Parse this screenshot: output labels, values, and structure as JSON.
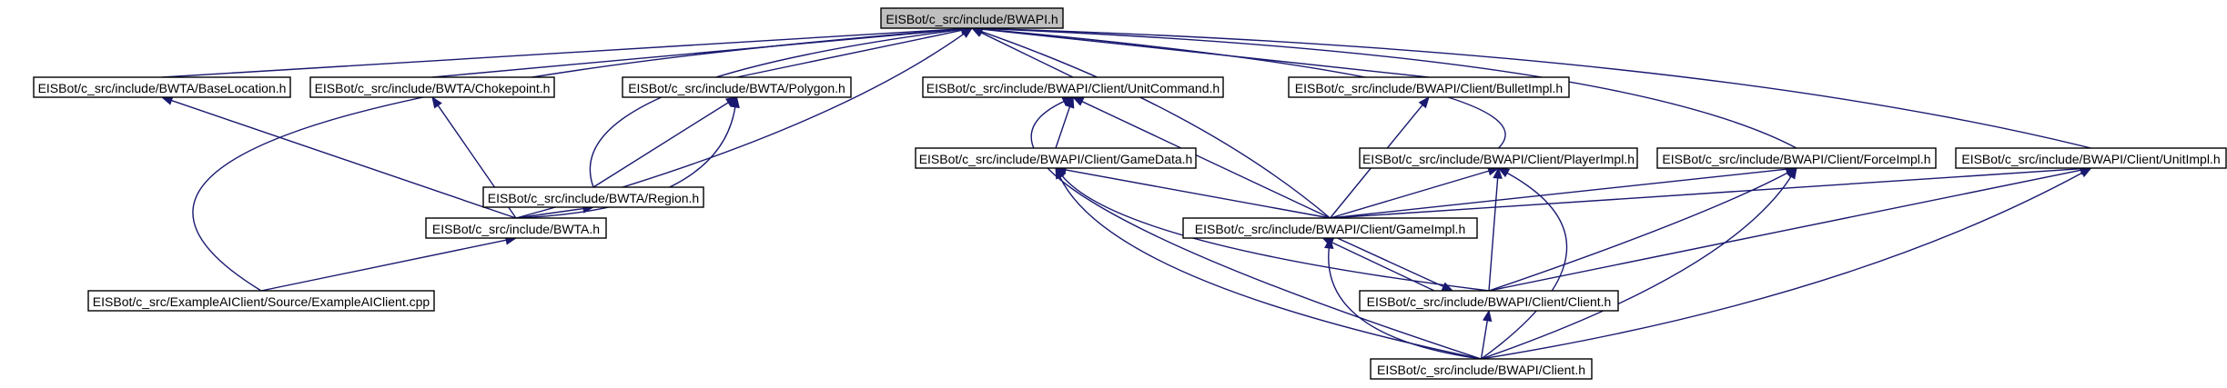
{
  "diagram": {
    "type": "include-dependency-graph",
    "colors": {
      "edge": "#191970",
      "root_fill": "#bfbfbf",
      "node_fill": "#ffffff",
      "border": "#000000"
    },
    "nodes": [
      {
        "id": "bwapi_h",
        "label": "EISBot/c_src/include/BWAPI.h",
        "root": true
      },
      {
        "id": "bwta_baselocation",
        "label": "EISBot/c_src/include/BWTA/BaseLocation.h"
      },
      {
        "id": "bwta_chokepoint",
        "label": "EISBot/c_src/include/BWTA/Chokepoint.h"
      },
      {
        "id": "bwta_polygon",
        "label": "EISBot/c_src/include/BWTA/Polygon.h"
      },
      {
        "id": "client_unitcommand",
        "label": "EISBot/c_src/include/BWAPI/Client/UnitCommand.h"
      },
      {
        "id": "client_bulletimpl",
        "label": "EISBot/c_src/include/BWAPI/Client/BulletImpl.h"
      },
      {
        "id": "bwta_region",
        "label": "EISBot/c_src/include/BWTA/Region.h"
      },
      {
        "id": "client_gamedata",
        "label": "EISBot/c_src/include/BWAPI/Client/GameData.h"
      },
      {
        "id": "client_playerimpl",
        "label": "EISBot/c_src/include/BWAPI/Client/PlayerImpl.h"
      },
      {
        "id": "client_forceimpl",
        "label": "EISBot/c_src/include/BWAPI/Client/ForceImpl.h"
      },
      {
        "id": "client_unitimpl",
        "label": "EISBot/c_src/include/BWAPI/Client/UnitImpl.h"
      },
      {
        "id": "bwta_h",
        "label": "EISBot/c_src/include/BWTA.h"
      },
      {
        "id": "client_gameimpl",
        "label": "EISBot/c_src/include/BWAPI/Client/GameImpl.h"
      },
      {
        "id": "example_cpp",
        "label": "EISBot/c_src/ExampleAIClient/Source/ExampleAIClient.cpp"
      },
      {
        "id": "client_client_h",
        "label": "EISBot/c_src/include/BWAPI/Client/Client.h"
      },
      {
        "id": "bwapi_client_h",
        "label": "EISBot/c_src/include/BWAPI/Client.h"
      }
    ]
  }
}
